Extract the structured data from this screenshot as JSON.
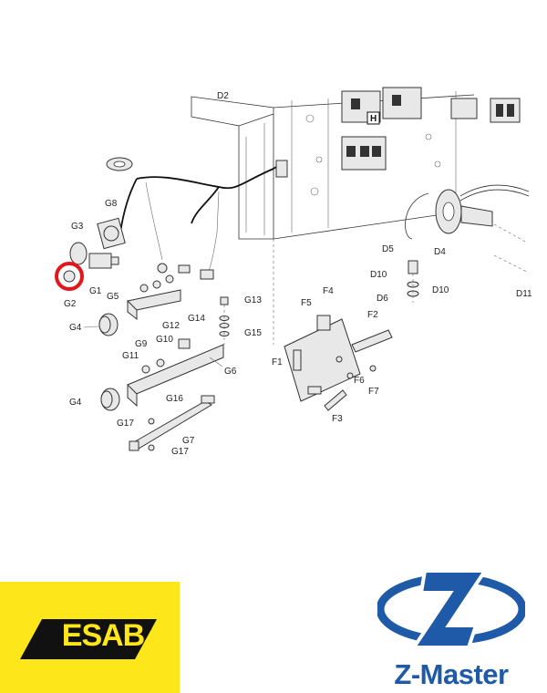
{
  "diagram": {
    "labels": {
      "d2": "D2",
      "h": "H",
      "g1": "G1",
      "g2": "G2",
      "g3": "G3",
      "g4a": "G4",
      "g4b": "G4",
      "g5": "G5",
      "g6": "G6",
      "g7": "G7",
      "g8": "G8",
      "g9": "G9",
      "g10": "G10",
      "g11": "G11",
      "g12": "G12",
      "g13": "G13",
      "g14": "G14",
      "g15": "G15",
      "g16": "G16",
      "g17a": "G17",
      "g17b": "G17",
      "f1": "F1",
      "f2": "F2",
      "f3": "F3",
      "f4": "F4",
      "f5": "F5",
      "f6": "F6",
      "f7": "F7",
      "d4": "D4",
      "d5": "D5",
      "d6": "D6",
      "d10a": "D10",
      "d10b": "D10",
      "d11": "D11"
    },
    "highlight_color": "#e3161b"
  },
  "brands": {
    "esab": {
      "name": "ESAB",
      "reg": "®",
      "bg_color": "#fde61a",
      "text_color": "#111111"
    },
    "zmaster": {
      "name": "Z-Master",
      "color": "#1f5aa8"
    }
  }
}
